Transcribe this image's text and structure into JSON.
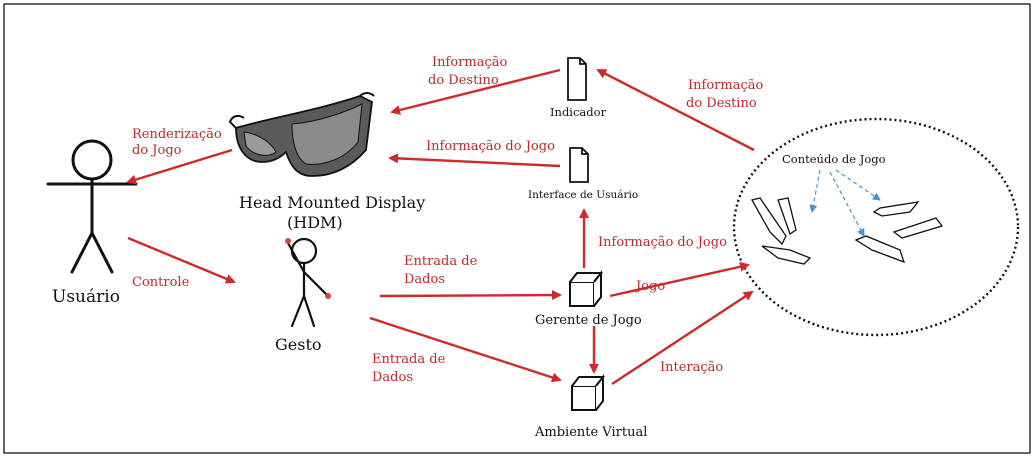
{
  "nodes": {
    "usuario": "Usuário",
    "hmd_line1": "Head Mounted Display",
    "hmd_line2": "(HDM)",
    "gesto": "Gesto",
    "indicador": "Indicador",
    "interface": "Interface de Usuário",
    "gerente": "Gerente de Jogo",
    "ambiente": "Ambiente Virtual",
    "conteudo": "Conteúdo de Jogo"
  },
  "edges": {
    "renderizacao_1": "Renderização",
    "renderizacao_2": "do Jogo",
    "controle": "Controle",
    "info_destino_left_1": "Informação",
    "info_destino_left_2": "do Destino",
    "info_jogo_left": "Informação do Jogo",
    "info_destino_right_1": "Informação",
    "info_destino_right_2": "do Destino",
    "entrada_top_1": "Entrada de",
    "entrada_top_2": "Dados",
    "entrada_bottom_1": "Entrada de",
    "entrada_bottom_2": "Dados",
    "info_jogo_vertical": "Informação do Jogo",
    "jogo": "Jogo",
    "interacao": "Interação"
  },
  "colors": {
    "arrow": "#d0292b",
    "edge_label": "#c0282a",
    "dashed_arrow": "#4a8fd0"
  }
}
